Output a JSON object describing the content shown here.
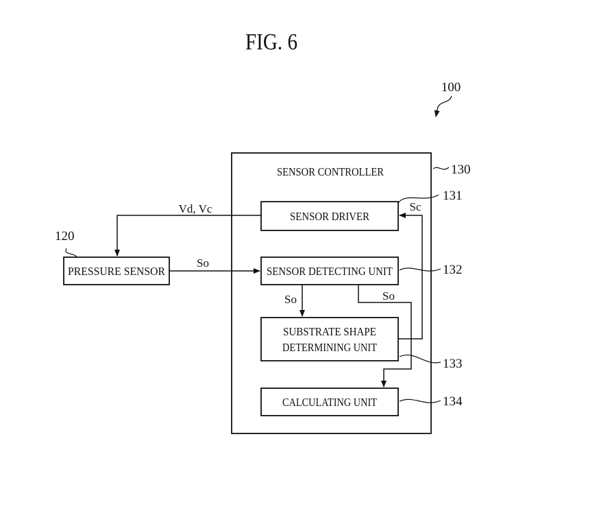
{
  "figure": {
    "title": "FIG. 6",
    "ref_system": "100"
  },
  "blocks": {
    "controller": {
      "label": "SENSOR CONTROLLER",
      "ref": "130"
    },
    "sensor_driver": {
      "label": "SENSOR DRIVER",
      "ref": "131"
    },
    "sensor_detecting": {
      "label": "SENSOR DETECTING UNIT",
      "ref": "132"
    },
    "substrate_shape": {
      "label_line1": "SUBSTRATE SHAPE",
      "label_line2": "DETERMINING UNIT",
      "ref": "133"
    },
    "calculating": {
      "label": "CALCULATING UNIT",
      "ref": "134"
    },
    "pressure_sensor": {
      "label": "PRESSURE SENSOR",
      "ref": "120"
    }
  },
  "signals": {
    "drive": "Vd, Vc",
    "so_in": "So",
    "so_to_substrate": "So",
    "so_to_calc": "So",
    "control": "Sc"
  },
  "colors": {
    "line": "#111111",
    "background": "#ffffff"
  }
}
